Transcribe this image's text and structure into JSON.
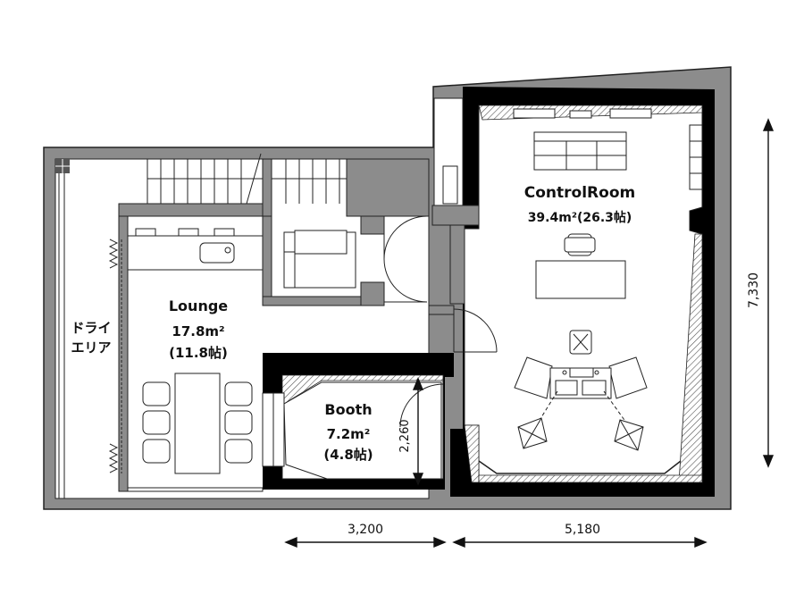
{
  "rooms": {
    "control_room": {
      "name": "ControlRoom",
      "area": "39.4m²(26.3帖)"
    },
    "lounge": {
      "name": "Lounge",
      "area": "17.8m²",
      "area_jo": "(11.8帖)"
    },
    "booth": {
      "name": "Booth",
      "area": "7.2m²",
      "area_jo": "(4.8帖)"
    },
    "dry_area": {
      "line1": "ドライ",
      "line2": "エリア"
    }
  },
  "dimensions": {
    "booth_width": "3,200",
    "control_width": "5,180",
    "total_depth": "7,330",
    "booth_depth": "2,260"
  },
  "colors": {
    "wall_outer": "#8c8c8c",
    "wall_inner": "#000000",
    "floor": "#ffffff",
    "line": "#222222"
  }
}
